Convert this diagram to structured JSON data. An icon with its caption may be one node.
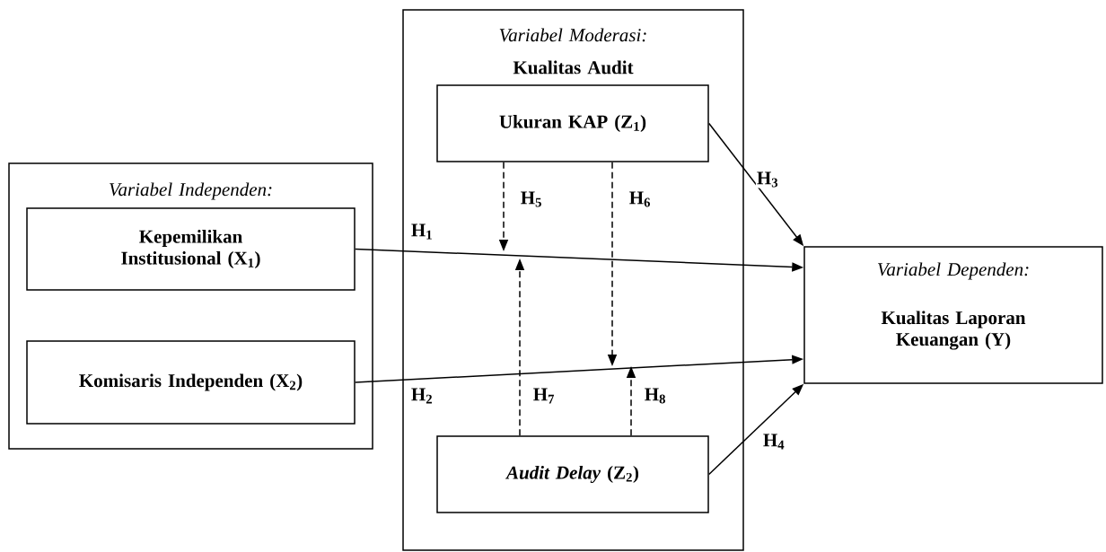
{
  "diagram": {
    "nodes": [
      {
        "text": [
          "Variabel Independen:"
        ]
      },
      {
        "text": [
          "Kepemilikan Institusional (X$_{1}$)"
        ],
        "in": 0
      },
      {
        "text": [
          "Komisaris Independen (X$_{2}$)"
        ],
        "in": 0
      },
      {
        "text": [
          "Variabel Moderasi:",
          "Kualitas Audit"
        ]
      },
      {
        "text": [
          "Ukuran KAP (Z$_{1}$)"
        ],
        "in": 3
      },
      {
        "text": [
          "*Audit Delay* (Z$_{2}$)"
        ],
        "in": 3
      },
      {
        "text": [
          "Variabel Dependen:",
          "Kualitas Laporan Keuangan (Y)"
        ]
      }
    ],
    "edges": [
      {
        "from": 1,
        "to": 6,
        "arrow": "to",
        "label": "H$_{1}$"
      },
      {
        "from": 2,
        "to": 6,
        "arrow": "to",
        "label": "H$_{2}$"
      },
      {
        "from": 4,
        "to": 6,
        "arrow": "to",
        "label": "H$_{3}$"
      },
      {
        "from": 5,
        "to": 6,
        "arrow": "to",
        "label": "H$_{4}$"
      },
      {
        "from": 4,
        "to": null,
        "arrow": "to",
        "label": "H$_{5}$",
        "style": "dashed"
      },
      {
        "from": 4,
        "to": null,
        "arrow": "to",
        "label": "H$_{6}$",
        "style": "dashed"
      },
      {
        "from": 5,
        "to": null,
        "arrow": "to",
        "label": "H$_{7}$",
        "style": "dashed"
      },
      {
        "from": 5,
        "to": null,
        "arrow": "to",
        "label": "H$_{8}$",
        "style": "dashed"
      }
    ]
  }
}
